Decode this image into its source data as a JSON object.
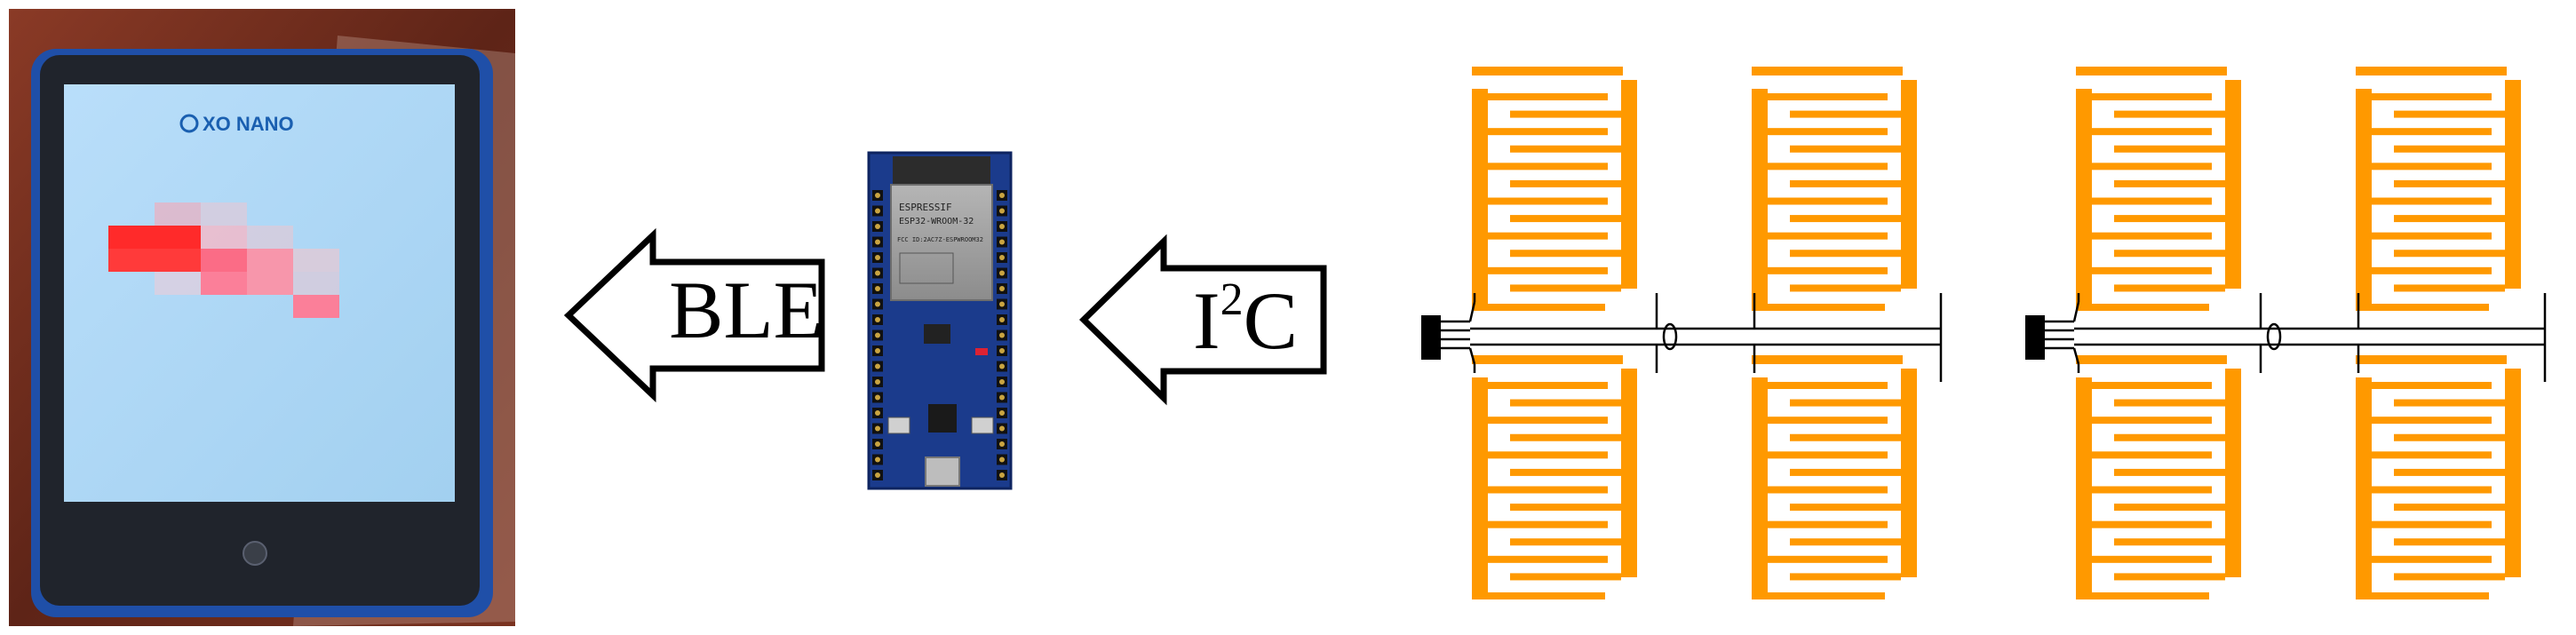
{
  "tablet": {
    "app_logo_text": "XO NANO",
    "heatmap_cells": [
      {
        "col": 0,
        "row": 0,
        "color": "#ffffff",
        "opacity": 0.0
      },
      {
        "col": 1,
        "row": 0,
        "color": "#f7a7b4",
        "opacity": 0.6
      },
      {
        "col": 2,
        "row": 0,
        "color": "#f4c4cc",
        "opacity": 0.5
      },
      {
        "col": 0,
        "row": 1,
        "color": "#ff2a2a",
        "opacity": 1.0
      },
      {
        "col": 1,
        "row": 1,
        "color": "#ff2a2a",
        "opacity": 1.0
      },
      {
        "col": 2,
        "row": 1,
        "color": "#ffb3c1",
        "opacity": 0.7
      },
      {
        "col": 3,
        "row": 1,
        "color": "#f4c4cc",
        "opacity": 0.5
      },
      {
        "col": 0,
        "row": 2,
        "color": "#ff3a3a",
        "opacity": 1.0
      },
      {
        "col": 1,
        "row": 2,
        "color": "#ff3a3a",
        "opacity": 1.0
      },
      {
        "col": 2,
        "row": 2,
        "color": "#ff6680",
        "opacity": 0.95
      },
      {
        "col": 3,
        "row": 2,
        "color": "#ff8fa3",
        "opacity": 0.9
      },
      {
        "col": 4,
        "row": 2,
        "color": "#f4c4cc",
        "opacity": 0.6
      },
      {
        "col": 1,
        "row": 3,
        "color": "#f9c9d2",
        "opacity": 0.5
      },
      {
        "col": 2,
        "row": 3,
        "color": "#ff7a93",
        "opacity": 0.95
      },
      {
        "col": 3,
        "row": 3,
        "color": "#ff8fa3",
        "opacity": 0.9
      },
      {
        "col": 4,
        "row": 3,
        "color": "#f4c4cc",
        "opacity": 0.5
      },
      {
        "col": 4,
        "row": 4,
        "color": "#ff7a93",
        "opacity": 0.95
      }
    ]
  },
  "arrows": {
    "ble_label": "BLE",
    "i2c_label_main": "I",
    "i2c_label_sup": "2",
    "i2c_label_tail": "C"
  },
  "board": {
    "module_line1": "ESPRESSIF",
    "module_line2": "ESP32-WROOM-32",
    "module_line3": "FCC ID:2AC7Z-ESPWROOM32"
  },
  "colors": {
    "sensor_orange": "#ff9900",
    "tablet_screen": "#aed8f5",
    "tablet_case": "#1f4fa8",
    "board_pcb": "#1b3b8c",
    "module_shield": "#9a9a9a",
    "wood_background": "#6e2e1e"
  },
  "sensor_array": {
    "groups": 2,
    "pads_per_group": 4,
    "fingers_per_pad": 6
  }
}
